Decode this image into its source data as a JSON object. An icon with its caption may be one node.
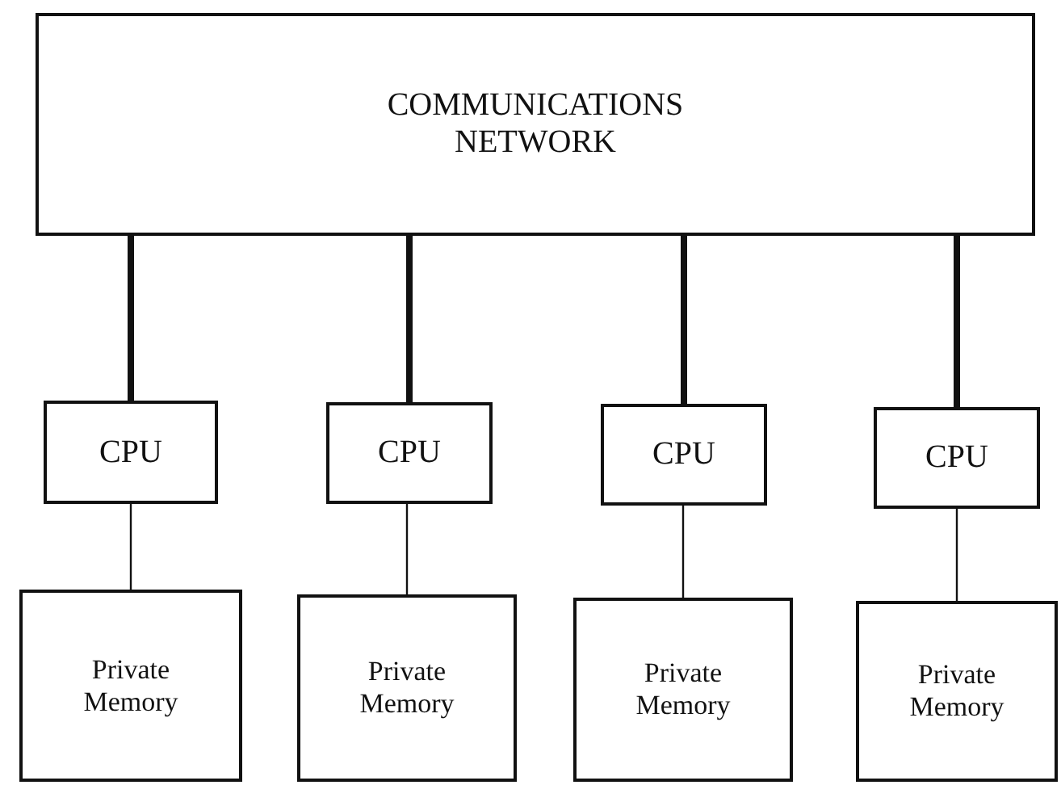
{
  "diagram": {
    "nodes": [
      {
        "text": [
          "COMMUNICATIONS NETWORK"
        ]
      },
      {
        "text": [
          "CPU"
        ]
      },
      {
        "text": [
          "CPU"
        ]
      },
      {
        "text": [
          "CPU"
        ]
      },
      {
        "text": [
          "CPU"
        ]
      },
      {
        "text": [
          "Private Memory"
        ]
      },
      {
        "text": [
          "Private Memory"
        ]
      },
      {
        "text": [
          "Private Memory"
        ]
      },
      {
        "text": [
          "Private Memory"
        ]
      }
    ],
    "edges": [
      {
        "from": 0,
        "to": 1,
        "arrow": "none",
        "style": "thick"
      },
      {
        "from": 0,
        "to": 2,
        "arrow": "none",
        "style": "thick"
      },
      {
        "from": 0,
        "to": 3,
        "arrow": "none",
        "style": "thick"
      },
      {
        "from": 0,
        "to": 4,
        "arrow": "none",
        "style": "thick"
      },
      {
        "from": 1,
        "to": 5,
        "arrow": "none"
      },
      {
        "from": 2,
        "to": 6,
        "arrow": "none"
      },
      {
        "from": 3,
        "to": 7,
        "arrow": "none"
      },
      {
        "from": 4,
        "to": 8,
        "arrow": "none"
      }
    ]
  }
}
